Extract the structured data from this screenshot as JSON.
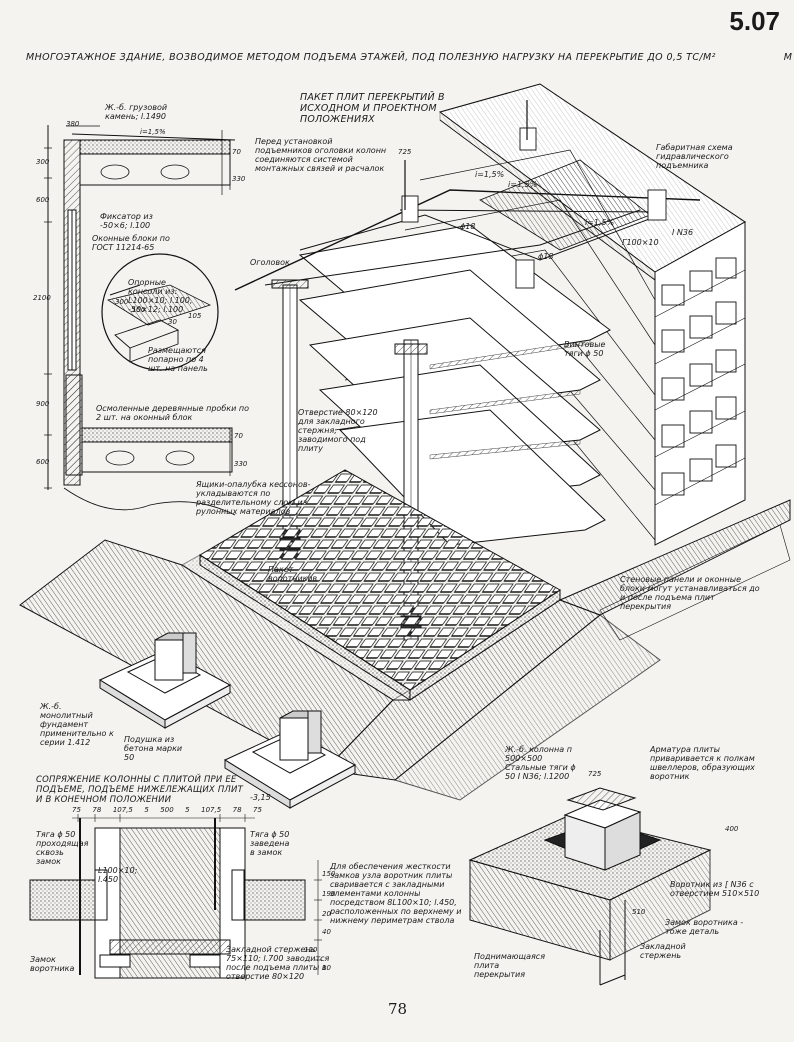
{
  "header": {
    "page_code": "5.07",
    "title": "МНОГОЭТАЖНОЕ ЗДАНИЕ, ВОЗВОДИМОЕ МЕТОДОМ ПОДЪЕМА ЭТАЖЕЙ, ПОД ПОЛЕЗНУЮ НАГРУЗКУ НА ПЕРЕКРЫТИЕ ДО 0,5 ТС/М²",
    "title_tail": "М"
  },
  "main_heading": "ПАКЕТ ПЛИТ ПЕРЕКРЫТИЙ В ИСХОДНОМ И ПРОЕКТНОМ ПОЛОЖЕНИЯХ",
  "labels": {
    "gruz_kamen": "Ж.-б. грузовой камень; l.1490",
    "fiksator": "Фиксатор из -50×6; l.100",
    "okonnye": "Оконные блоки по ГОСТ 11214-65",
    "konsoli": "Опорные консоли из: L100×10; l.100, -50×12; l.100",
    "razmeshch": "Размещаются попарно по 4 шт. на панель",
    "probki": "Осмоленные деревянные пробки по 2 шт. на оконный блок",
    "pered": "Перед установкой подъемников оголовки колонн соединяются системой монтажных связей и расчалок",
    "ogolovok": "Оголовок",
    "phi18a": "ϕ18",
    "phi18b": "ϕ18",
    "gabarit": "Габаритная схема гидравлического подъемника",
    "i36": "I N36",
    "g100": "Г100×10",
    "slope_top": "i=1,5%",
    "slope_a": "i=1,5%",
    "slope_b": "i=1,5%",
    "vint": "Винтовые тяги ϕ 50",
    "otverstie": "Отверстие 80×120 для закладного стержня, заводимого под плиту",
    "yashchiki": "Ящики-опалубка кессонов-укладываются по разделительному слою из рулонных материалов",
    "paket": "Пакет воротников",
    "stenovye": "Стеновые панели и оконные блоки могут устанавливаться до и после подъема плит перекрытия",
    "fundament": "Ж.-б. монолитный фундамент применительно к серии 1.412",
    "podushka": "Подушка из бетона марки 50",
    "level": "-3,15",
    "kolonna": "Ж.-б. колонна п 500×500 Стальные тяги ϕ 50 I N36; l.1200",
    "armatura": "Арматура плиты приваривается к полкам швеллеров, образующих воротник",
    "vorotnik": "Воротник из [ N36 с отверстием 510×510",
    "zamok_vor": "Замок воротника - тоже деталь",
    "zakladnoy": "Закладной стержень",
    "podnim": "Поднимающаяся плита перекрытия",
    "dim_725a": "725",
    "dim_725b": "725",
    "dim_510": "510",
    "dim_400": "400"
  },
  "section": {
    "title": "СОПРЯЖЕНИЕ КОЛОННЫ С ПЛИТОЙ ПРИ ЕЕ ПОДЪЕМЕ, ПОДЪЕМЕ НИЖЕЛЕЖАЩИХ ПЛИТ И В КОНЕЧНОМ ПОЛОЖЕНИИ",
    "dims_top": [
      "75",
      "78",
      "107,5",
      "5",
      "500",
      "5",
      "107,5",
      "78",
      "75"
    ],
    "tyaga_left": "Тяга ϕ 50 проходящая сквозь замок",
    "tyaga_right": "Тяга ϕ 50 заведена в замок",
    "l100": "L100×10; l.450",
    "zamok": "Замок воротника",
    "note": "Для обеспечения жесткости замков узла воротник плиты сваривается с закладными элементами колонны посредством 8L100×10; l.450, расположенных по верхнему и нижнему периметрам ствола",
    "zakl_sterzhen": "Закладной стержень 75×110; l.700 заводится после подъема плиты в отверстие 80×120",
    "vert_dims": [
      "150",
      "190",
      "20",
      "40",
      "120",
      "10"
    ]
  },
  "left_dims": {
    "w380": "380",
    "v": [
      "300",
      "600",
      "2100",
      "900",
      "600"
    ],
    "r": [
      "70",
      "330",
      "70",
      "330"
    ],
    "slope": "i=1,5%",
    "k300": "300",
    "k150": "150",
    "k30": "30",
    "k105": "105"
  },
  "page_number": "78"
}
